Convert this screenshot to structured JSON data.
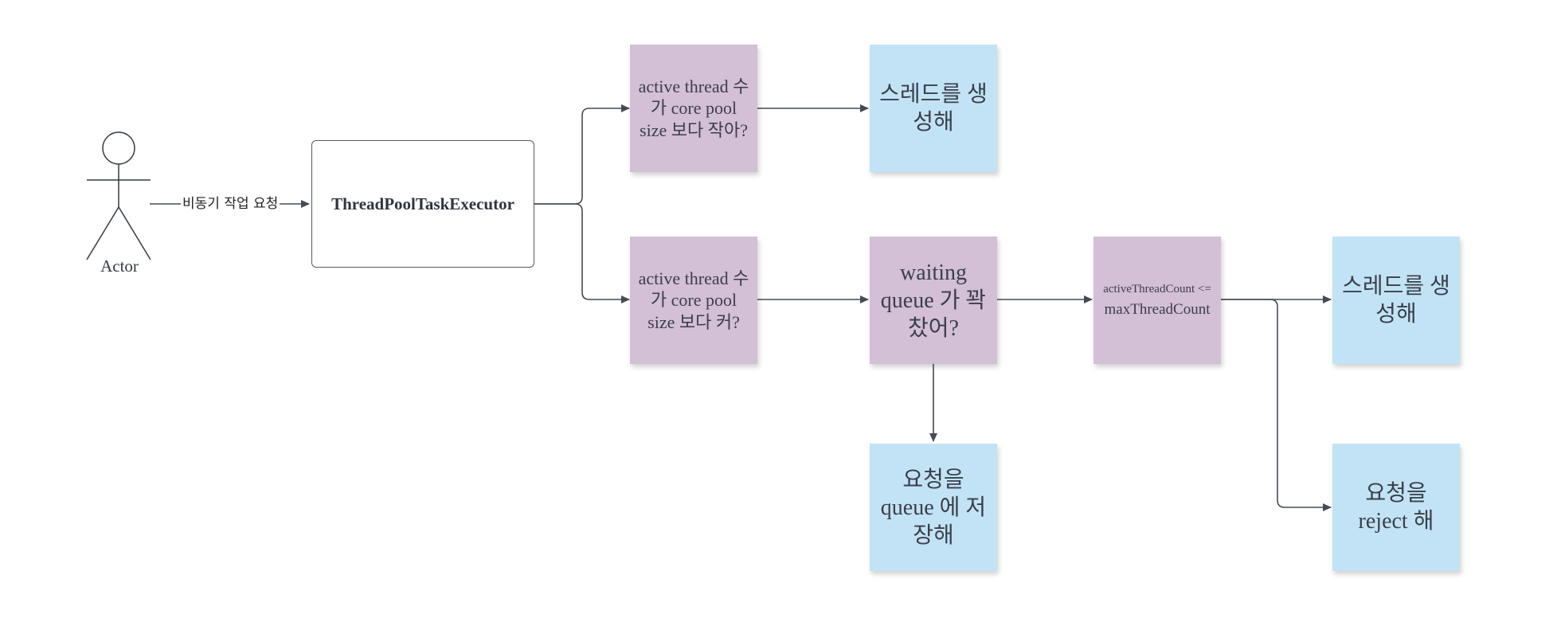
{
  "actor": {
    "label": "Actor"
  },
  "request_edge": {
    "label": "비동기 작업 요청"
  },
  "executor": {
    "label": "ThreadPoolTaskExecutor"
  },
  "notes": {
    "less_than_core": "active thread 수가 core pool size 보다 작아?",
    "create_thread_top": "스레드를 생성해",
    "greater_than_core": "active thread 수가 core pool size 보다 커?",
    "queue_full": "waiting queue 가 꽉 찼어?",
    "store_in_queue": "요청을 queue 에 저장해",
    "active_le_max": "activeThreadCount <=",
    "active_le_max_2": "maxThreadCount",
    "create_thread_right": "스레드를 생성해",
    "reject": "요청을 reject 해"
  },
  "colors": {
    "decision": "#d3bfd6",
    "action": "#c2e3f5",
    "line": "#454b56"
  }
}
